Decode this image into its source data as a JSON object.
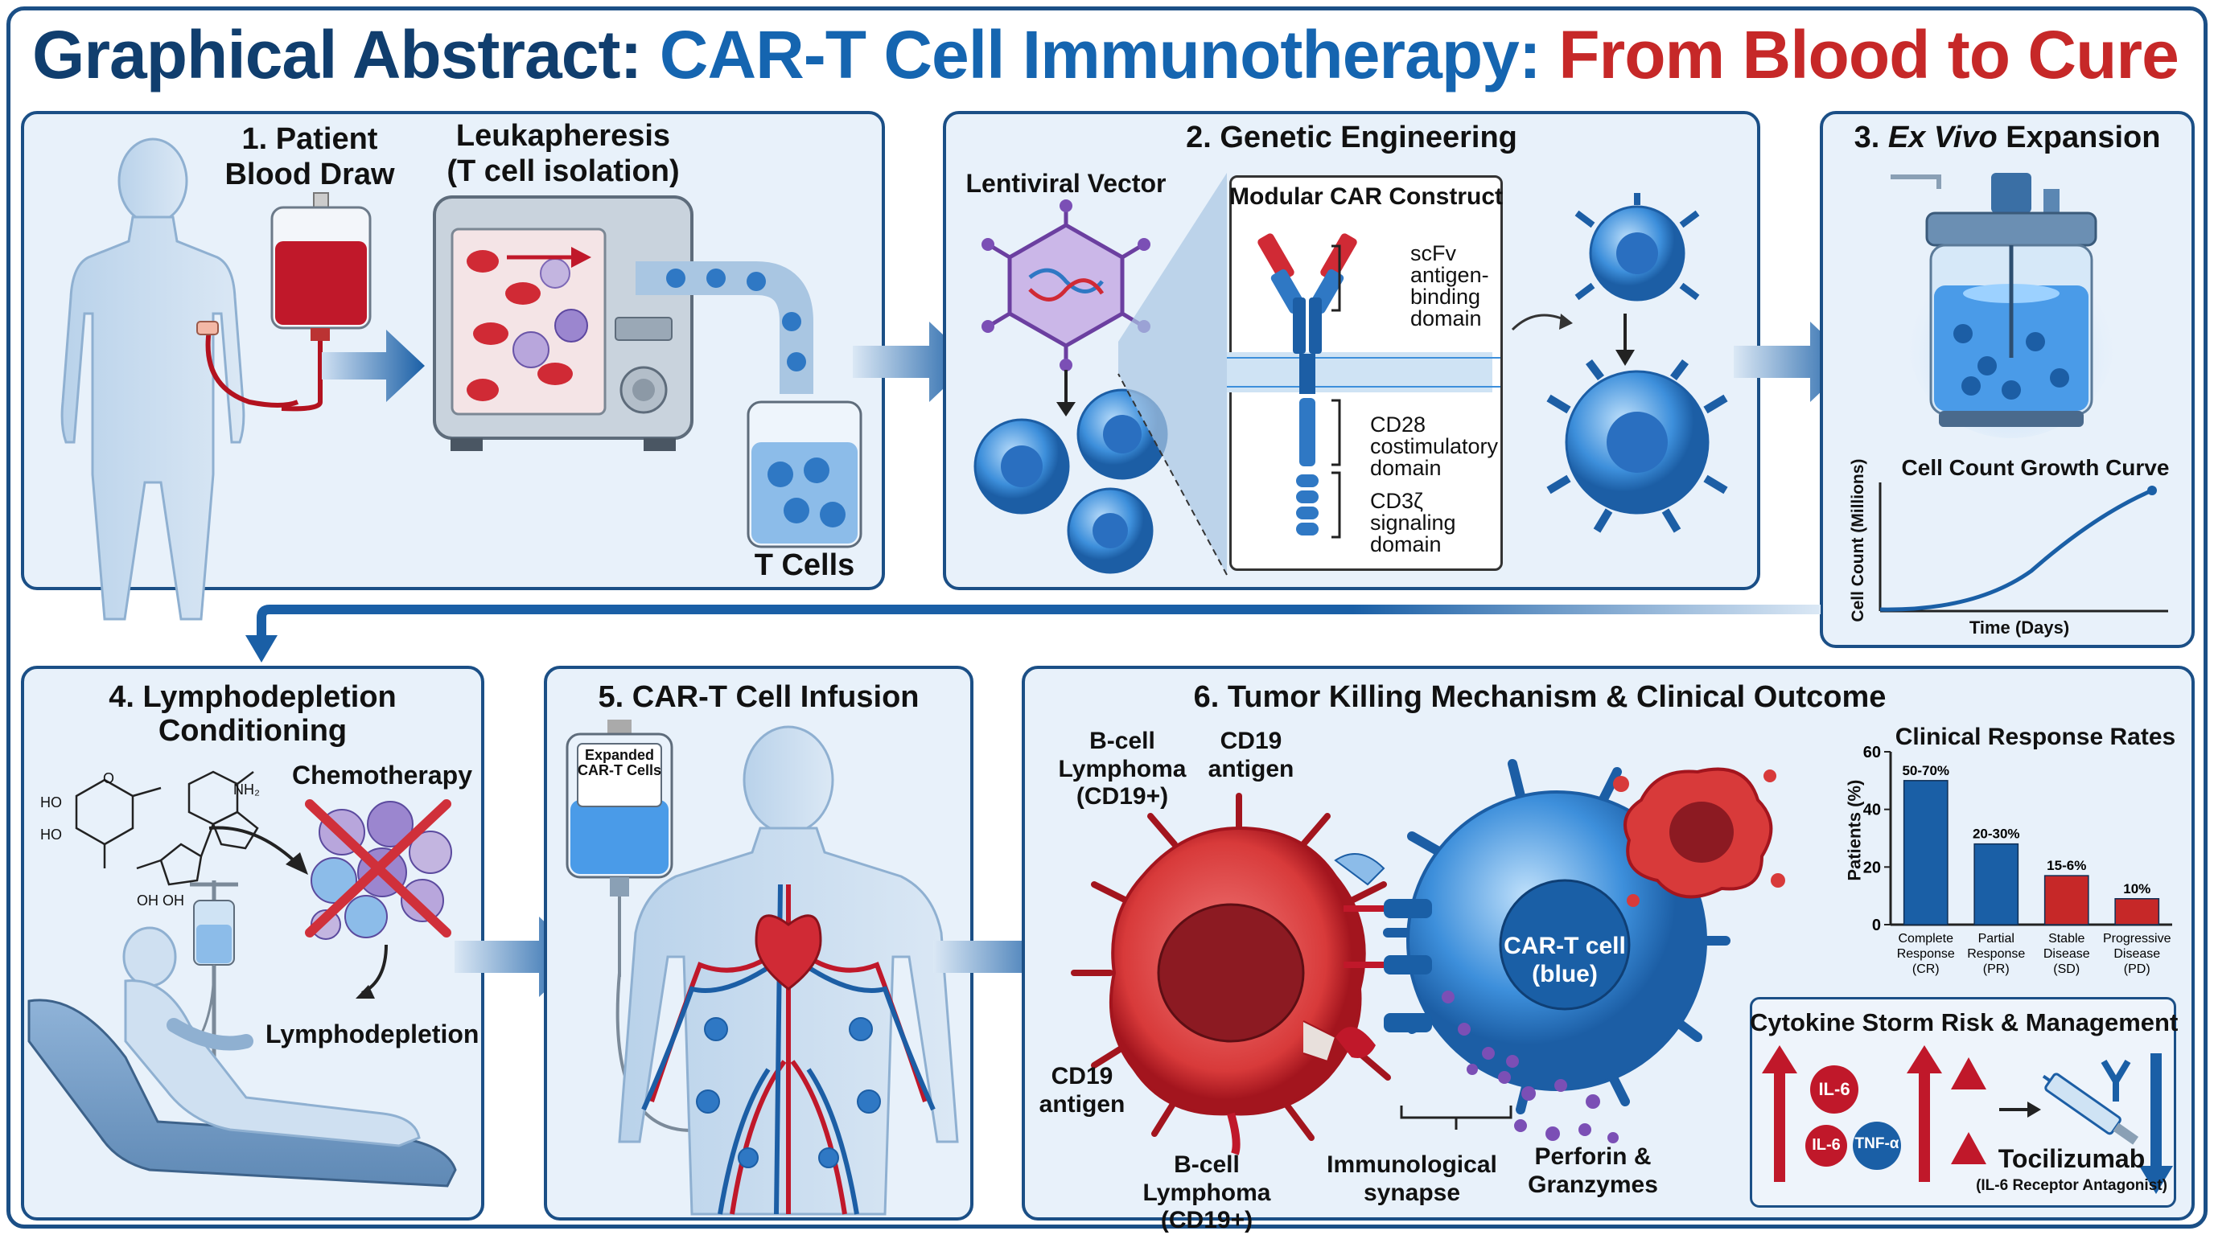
{
  "title": {
    "part1": "Graphical Abstract:",
    "part2": "CAR-T Cell Immunotherapy:",
    "part3": "From Blood to Cure"
  },
  "panel1": {
    "step": "1. Patient Blood Draw",
    "leuk_title": "Leukapheresis",
    "leuk_sub": "(T cell isolation)",
    "tcells": "T Cells"
  },
  "panel2": {
    "title": "2. Genetic Engineering",
    "vector": "Lentiviral Vector",
    "construct": "Modular CAR Construct",
    "scfv": "scFv antigen-binding domain",
    "cd28": "CD28 costimulatory domain",
    "cd3": "CD3ζ signaling domain"
  },
  "panel3": {
    "title_num": "3.",
    "title_italic": "Ex Vivo",
    "title_rest": "Expansion",
    "curve_title": "Cell Count Growth Curve",
    "ylabel": "Cell Count (Millions)",
    "xlabel": "Time (Days)"
  },
  "panel4": {
    "title_line1": "4. Lymphodepletion",
    "title_line2": "Conditioning",
    "chemo": "Chemotherapy",
    "lympho": "Lymphodepletion",
    "chem_labels": [
      "HO",
      "HO",
      "NH₂",
      "OH OH",
      "O"
    ]
  },
  "panel5": {
    "title": "5. CAR-T Cell Infusion",
    "bag_label": "Expanded CAR-T Cells"
  },
  "panel6": {
    "title": "6. Tumor Killing Mechanism & Clinical Outcome",
    "lymphoma_top": "B-cell Lymphoma (CD19+)",
    "cd19_top": "CD19 antigen",
    "cd19_left": "CD19 antigen",
    "lymphoma_bottom": "B-cell Lymphoma (CD19+)",
    "synapse": "Immunological synapse",
    "perforin": "Perforin & Granzymes",
    "cart_cell": "CAR-T cell (blue)",
    "cytokine_title": "Cytokine Storm Risk & Management",
    "il6": "IL-6",
    "tnf": "TNF-α",
    "drug": "Tocilizumab",
    "drug_sub": "(IL-6 Receptor Antagonist)"
  },
  "chart_data": {
    "type": "bar",
    "title": "Clinical Response Rates",
    "ylabel": "Patients (%)",
    "xlabel": "",
    "ylim": [
      0,
      60
    ],
    "yticks": [
      0,
      20,
      40,
      60
    ],
    "categories": [
      "Complete Response (CR)",
      "Partial Response (PR)",
      "Stable Disease (SD)",
      "Progressive Disease (PD)"
    ],
    "values": [
      50,
      28,
      17,
      9
    ],
    "data_labels": [
      "50-70%",
      "20-30%",
      "15-6%",
      "10%"
    ],
    "colors": [
      "#1a5fa6",
      "#1a5fa6",
      "#c62828",
      "#c62828"
    ],
    "grid": false
  },
  "colors": {
    "navy": "#103e6e",
    "blue": "#1565b0",
    "red": "#c62828",
    "panel_bg": "#e8f1fa",
    "border": "#1b4f86"
  }
}
